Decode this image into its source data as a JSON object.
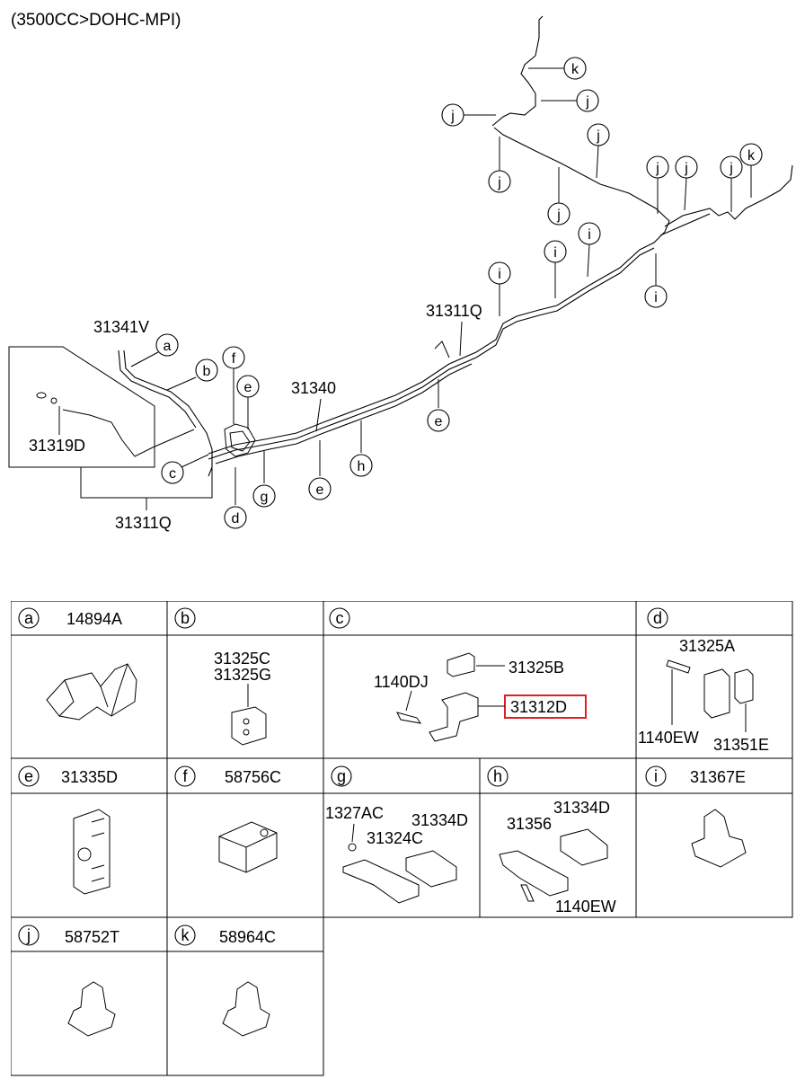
{
  "title": "(3500CC>DOHC-MPI)",
  "diagram": {
    "parts": {
      "p31341V": "31341V",
      "p31319D": "31319D",
      "p31311Q_bottom": "31311Q",
      "p31340": "31340",
      "p31311Q_top": "31311Q"
    },
    "callouts": {
      "a": "a",
      "b": "b",
      "c": "c",
      "d": "d",
      "e": "e",
      "f": "f",
      "g": "g",
      "h": "h",
      "i": "i",
      "j": "j",
      "k": "k"
    }
  },
  "table": {
    "cells": [
      {
        "letter": "a",
        "part": "14894A"
      },
      {
        "letter": "b",
        "part": "",
        "items": [
          "31325C",
          "31325G"
        ]
      },
      {
        "letter": "c",
        "part": "",
        "items": [
          "1140DJ",
          "31325B",
          "31312D"
        ],
        "highlighted": "31312D"
      },
      {
        "letter": "d",
        "part": "",
        "items": [
          "31325A",
          "1140EW",
          "31351E"
        ]
      },
      {
        "letter": "e",
        "part": "31335D"
      },
      {
        "letter": "f",
        "part": "58756C"
      },
      {
        "letter": "g",
        "part": "",
        "items": [
          "1327AC",
          "31334D",
          "31324C"
        ]
      },
      {
        "letter": "h",
        "part": "",
        "items": [
          "31334D",
          "31356",
          "1140EW"
        ]
      },
      {
        "letter": "i",
        "part": "31367E"
      },
      {
        "letter": "j",
        "part": "58752T"
      },
      {
        "letter": "k",
        "part": "58964C"
      }
    ]
  },
  "colors": {
    "highlight": "#e02020",
    "line": "#000000",
    "background": "#ffffff"
  }
}
